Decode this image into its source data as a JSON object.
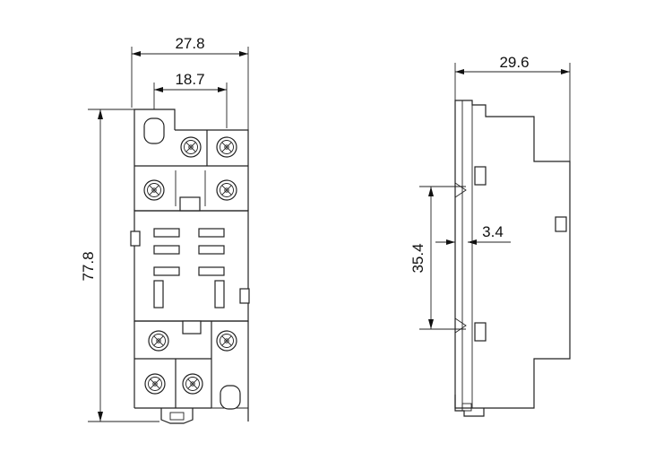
{
  "dimensions": {
    "top_width": "27.8",
    "inner_width": "18.7",
    "height": "77.8",
    "side_depth": "29.6",
    "rail_height": "35.4",
    "rail_offset": "3.4"
  },
  "views": [
    "front-view",
    "side-view"
  ],
  "line_color": "#222222"
}
